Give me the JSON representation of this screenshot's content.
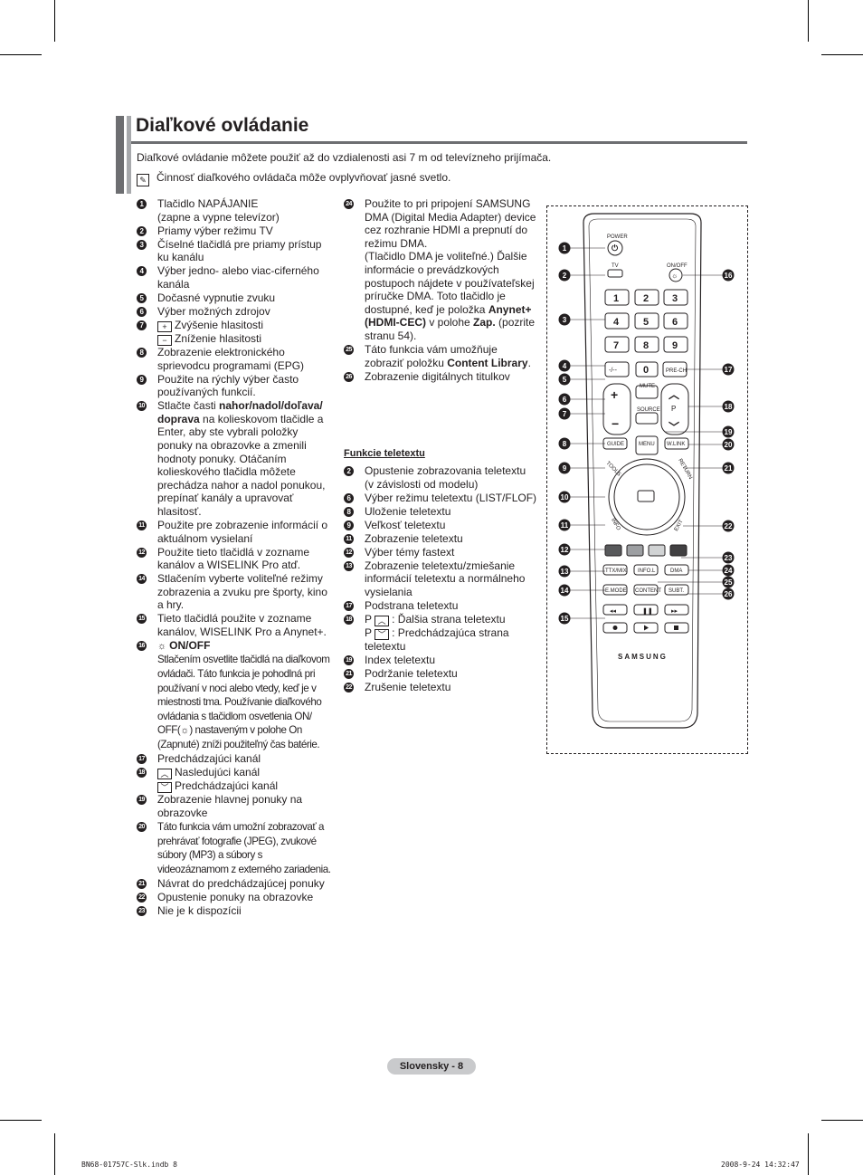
{
  "title": "Diaľkové ovládanie",
  "intro": "Diaľkové ovládanie môžete použiť až do vzdialenosti asi 7 m od televízneho prijímača.",
  "note": "Činnosť diaľkového ovládača môže ovplyvňovať jasné svetlo.",
  "left_items": [
    {
      "n": "1",
      "text": "Tlačidlo NAPÁJANIE\n(zapne a vypne televízor)"
    },
    {
      "n": "2",
      "text": "Priamy výber režimu TV"
    },
    {
      "n": "3",
      "text": "Číselné tlačidlá pre priamy prístup ku kanálu"
    },
    {
      "n": "4",
      "text": "Výber jedno- alebo viac-ciferného kanála"
    },
    {
      "n": "5",
      "text": "Dočasné vypnutie zvuku"
    },
    {
      "n": "6",
      "text": "Výber možných zdrojov"
    },
    {
      "n": "7",
      "line1": "Zvýšenie hlasitosti",
      "line2": "Zníženie hlasitosti"
    },
    {
      "n": "8",
      "text": "Zobrazenie elektronického sprievodcu programami (EPG)"
    },
    {
      "n": "9",
      "text": "Použite na rýchly výber často používaných funkcií."
    },
    {
      "n": "10",
      "pre": "Stlačte časti ",
      "bold": "nahor/nadol/doľava/ doprava",
      "post": " na kolieskovom tlačidle a Enter, aby ste vybrali položky ponuky na obrazovke a zmenili hodnoty ponuky. Otáčaním kolieskového tlačidla môžete prechádza nahor a nadol ponukou, prepínať kanály a upravovať hlasitosť."
    },
    {
      "n": "11",
      "text": "Použite pre zobrazenie informácií o aktuálnom vysielaní"
    },
    {
      "n": "12",
      "text": "Použite tieto tlačidlá v zozname kanálov a WISELINK Pro atď."
    },
    {
      "n": "14",
      "text": "Stlačením vyberte voliteľné režimy zobrazenia a zvuku pre športy, kino a hry."
    },
    {
      "n": "15",
      "text": "Tieto tlačidlá použite v zozname kanálov, WISELINK Pro a Anynet+."
    },
    {
      "n": "16",
      "head": "ON/OFF",
      "text": "Stlačením osvetlite tlačidlá na diaľkovom ovládači. Táto funkcia je pohodlná pri používaní v noci alebo vtedy, keď je v miestnosti tma. Používanie diaľkového ovládania s tlačidlom osvetlenia ON/ OFF(",
      "text2": ") nastaveným v polohe On (Zapnuté) zníži použiteľný čas batérie."
    },
    {
      "n": "17",
      "text": "Predchádzajúci kanál"
    },
    {
      "n": "18",
      "line1": "Nasledujúci kanál",
      "line2": "Predchádzajúci kanál"
    },
    {
      "n": "19",
      "text": "Zobrazenie hlavnej ponuky na obrazovke"
    },
    {
      "n": "20",
      "text": "Táto funkcia vám umožní zobrazovať a prehrávať fotografie (JPEG), zvukové súbory (MP3) a súbory s videozáznamom z externého zariadenia."
    },
    {
      "n": "21",
      "text": "Návrat do predchádzajúcej ponuky"
    },
    {
      "n": "22",
      "text": "Opustenie ponuky na obrazovke"
    },
    {
      "n": "23",
      "text": "Nie je k dispozícii"
    }
  ],
  "right_items": [
    {
      "n": "24",
      "pre": "Použite to pri pripojení SAMSUNG DMA (Digital Media Adapter) device cez rozhranie HDMI a prepnutí do režimu DMA.\n(Tlačidlo DMA je voliteľné.) Ďalšie informácie o prevádzkových postupoch nájdete v používateľskej príručke DMA. Toto tlačidlo je dostupné, keď je položka ",
      "bold": "Anynet+ (HDMI-CEC)",
      "mid": " v polohe ",
      "bold2": "Zap.",
      "post": " (pozrite stranu 54)."
    },
    {
      "n": "25",
      "pre": "Táto funkcia vám umožňuje zobraziť položku ",
      "bold": "Content Library",
      "post": "."
    },
    {
      "n": "26",
      "text": "Zobrazenie digitálnych titulkov"
    }
  ],
  "teletext_heading": "Funkcie teletextu",
  "teletext_items": [
    {
      "n": "2",
      "text": "Opustenie zobrazovania teletextu\n(v závislosti od modelu)"
    },
    {
      "n": "6",
      "text": "Výber režimu teletextu (LIST/FLOF)"
    },
    {
      "n": "8",
      "text": "Uloženie teletextu"
    },
    {
      "n": "9",
      "text": "Veľkosť teletextu"
    },
    {
      "n": "11",
      "text": "Zobrazenie teletextu"
    },
    {
      "n": "12",
      "text": "Výber témy fastext"
    },
    {
      "n": "13",
      "text": "Zobrazenie teletextu/zmiešanie informácií teletextu a normálneho vysielania"
    },
    {
      "n": "17",
      "text": "Podstrana teletextu"
    },
    {
      "n": "18",
      "p1": "P",
      "line1": ": Ďalšia strana teletextu",
      "p2": "P",
      "line2": ": Predchádzajúca strana teletextu"
    },
    {
      "n": "19",
      "text": "Index teletextu"
    },
    {
      "n": "21",
      "text": "Podržanie teletextu"
    },
    {
      "n": "22",
      "text": "Zrušenie teletextu"
    }
  ],
  "remote": {
    "labels": {
      "power": "POWER",
      "tv": "TV",
      "onoff": "ON/OFF",
      "prech": "PRE-CH",
      "mute": "MUTE",
      "source": "SOURCE",
      "p": "P",
      "guide": "GUIDE",
      "menu": "MENU",
      "wlink": "W.LINK",
      "tools": "TOOLS",
      "return": "RETURN",
      "info": "INFO",
      "exit": "EXIT",
      "ttx": "TTX/MIX",
      "infol": "INFO.L",
      "dma": "DMA",
      "emode": "E.MODE",
      "content": "CONTENT",
      "subt": "SUBT.",
      "brand": "SAMSUNG",
      "dash": "-/--",
      "zero": "0"
    },
    "keys": [
      "1",
      "2",
      "3",
      "4",
      "5",
      "6",
      "7",
      "8",
      "9"
    ],
    "callouts_left": [
      "1",
      "2",
      "3",
      "4",
      "5",
      "6",
      "7",
      "8",
      "9",
      "10",
      "11",
      "12",
      "13",
      "14",
      "15"
    ],
    "callouts_right": [
      "16",
      "17",
      "18",
      "19",
      "20",
      "21",
      "22",
      "23",
      "24",
      "25",
      "26"
    ],
    "colors": {
      "body": "#ffffff",
      "outline": "#231f20",
      "callout": "#231f20"
    }
  },
  "footer": {
    "page": "Slovensky - 8",
    "file": "BN68-01757C-Slk.indb   8",
    "stamp": "2008-9-24   14:32:47"
  }
}
